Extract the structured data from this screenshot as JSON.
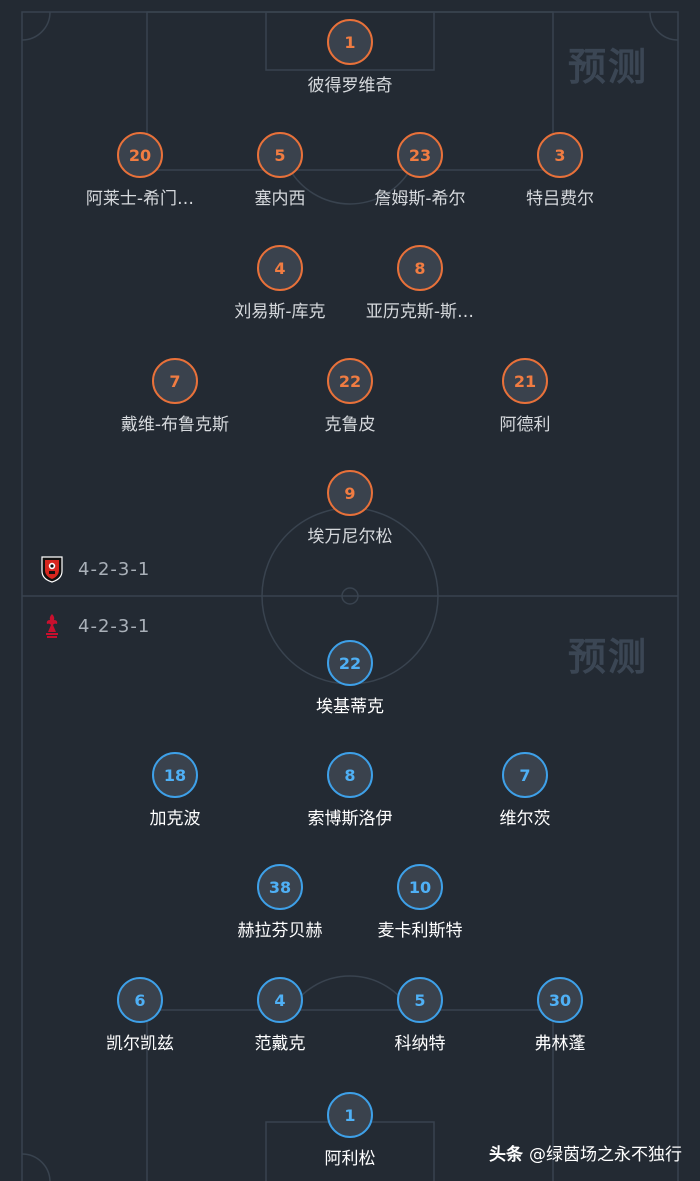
{
  "watermark": "预测",
  "home": {
    "formation": "4-2-3-1",
    "players": [
      {
        "number": "1",
        "name": "彼得罗维奇"
      },
      {
        "number": "20",
        "name": "阿莱士-希门…"
      },
      {
        "number": "5",
        "name": "塞内西"
      },
      {
        "number": "23",
        "name": "詹姆斯-希尔"
      },
      {
        "number": "3",
        "name": "特吕费尔"
      },
      {
        "number": "4",
        "name": "刘易斯-库克"
      },
      {
        "number": "8",
        "name": "亚历克斯-斯…"
      },
      {
        "number": "7",
        "name": "戴维-布鲁克斯"
      },
      {
        "number": "22",
        "name": "克鲁皮"
      },
      {
        "number": "21",
        "name": "阿德利"
      },
      {
        "number": "9",
        "name": "埃万尼尔松"
      }
    ]
  },
  "away": {
    "formation": "4-2-3-1",
    "players": [
      {
        "number": "22",
        "name": "埃基蒂克"
      },
      {
        "number": "18",
        "name": "加克波"
      },
      {
        "number": "8",
        "name": "索博斯洛伊"
      },
      {
        "number": "7",
        "name": "维尔茨"
      },
      {
        "number": "38",
        "name": "赫拉芬贝赫"
      },
      {
        "number": "10",
        "name": "麦卡利斯特"
      },
      {
        "number": "6",
        "name": "凯尔凯兹"
      },
      {
        "number": "4",
        "name": "范戴克"
      },
      {
        "number": "5",
        "name": "科纳特"
      },
      {
        "number": "30",
        "name": "弗林蓬"
      },
      {
        "number": "1",
        "name": "阿利松"
      }
    ]
  },
  "credit": {
    "brand": "头条",
    "handle": "@绿茵场之永不独行"
  },
  "colors": {
    "home_accent": "#e8713a",
    "away_accent": "#3ea0e8",
    "pitch": "#232a33",
    "lines": "#39434f"
  }
}
